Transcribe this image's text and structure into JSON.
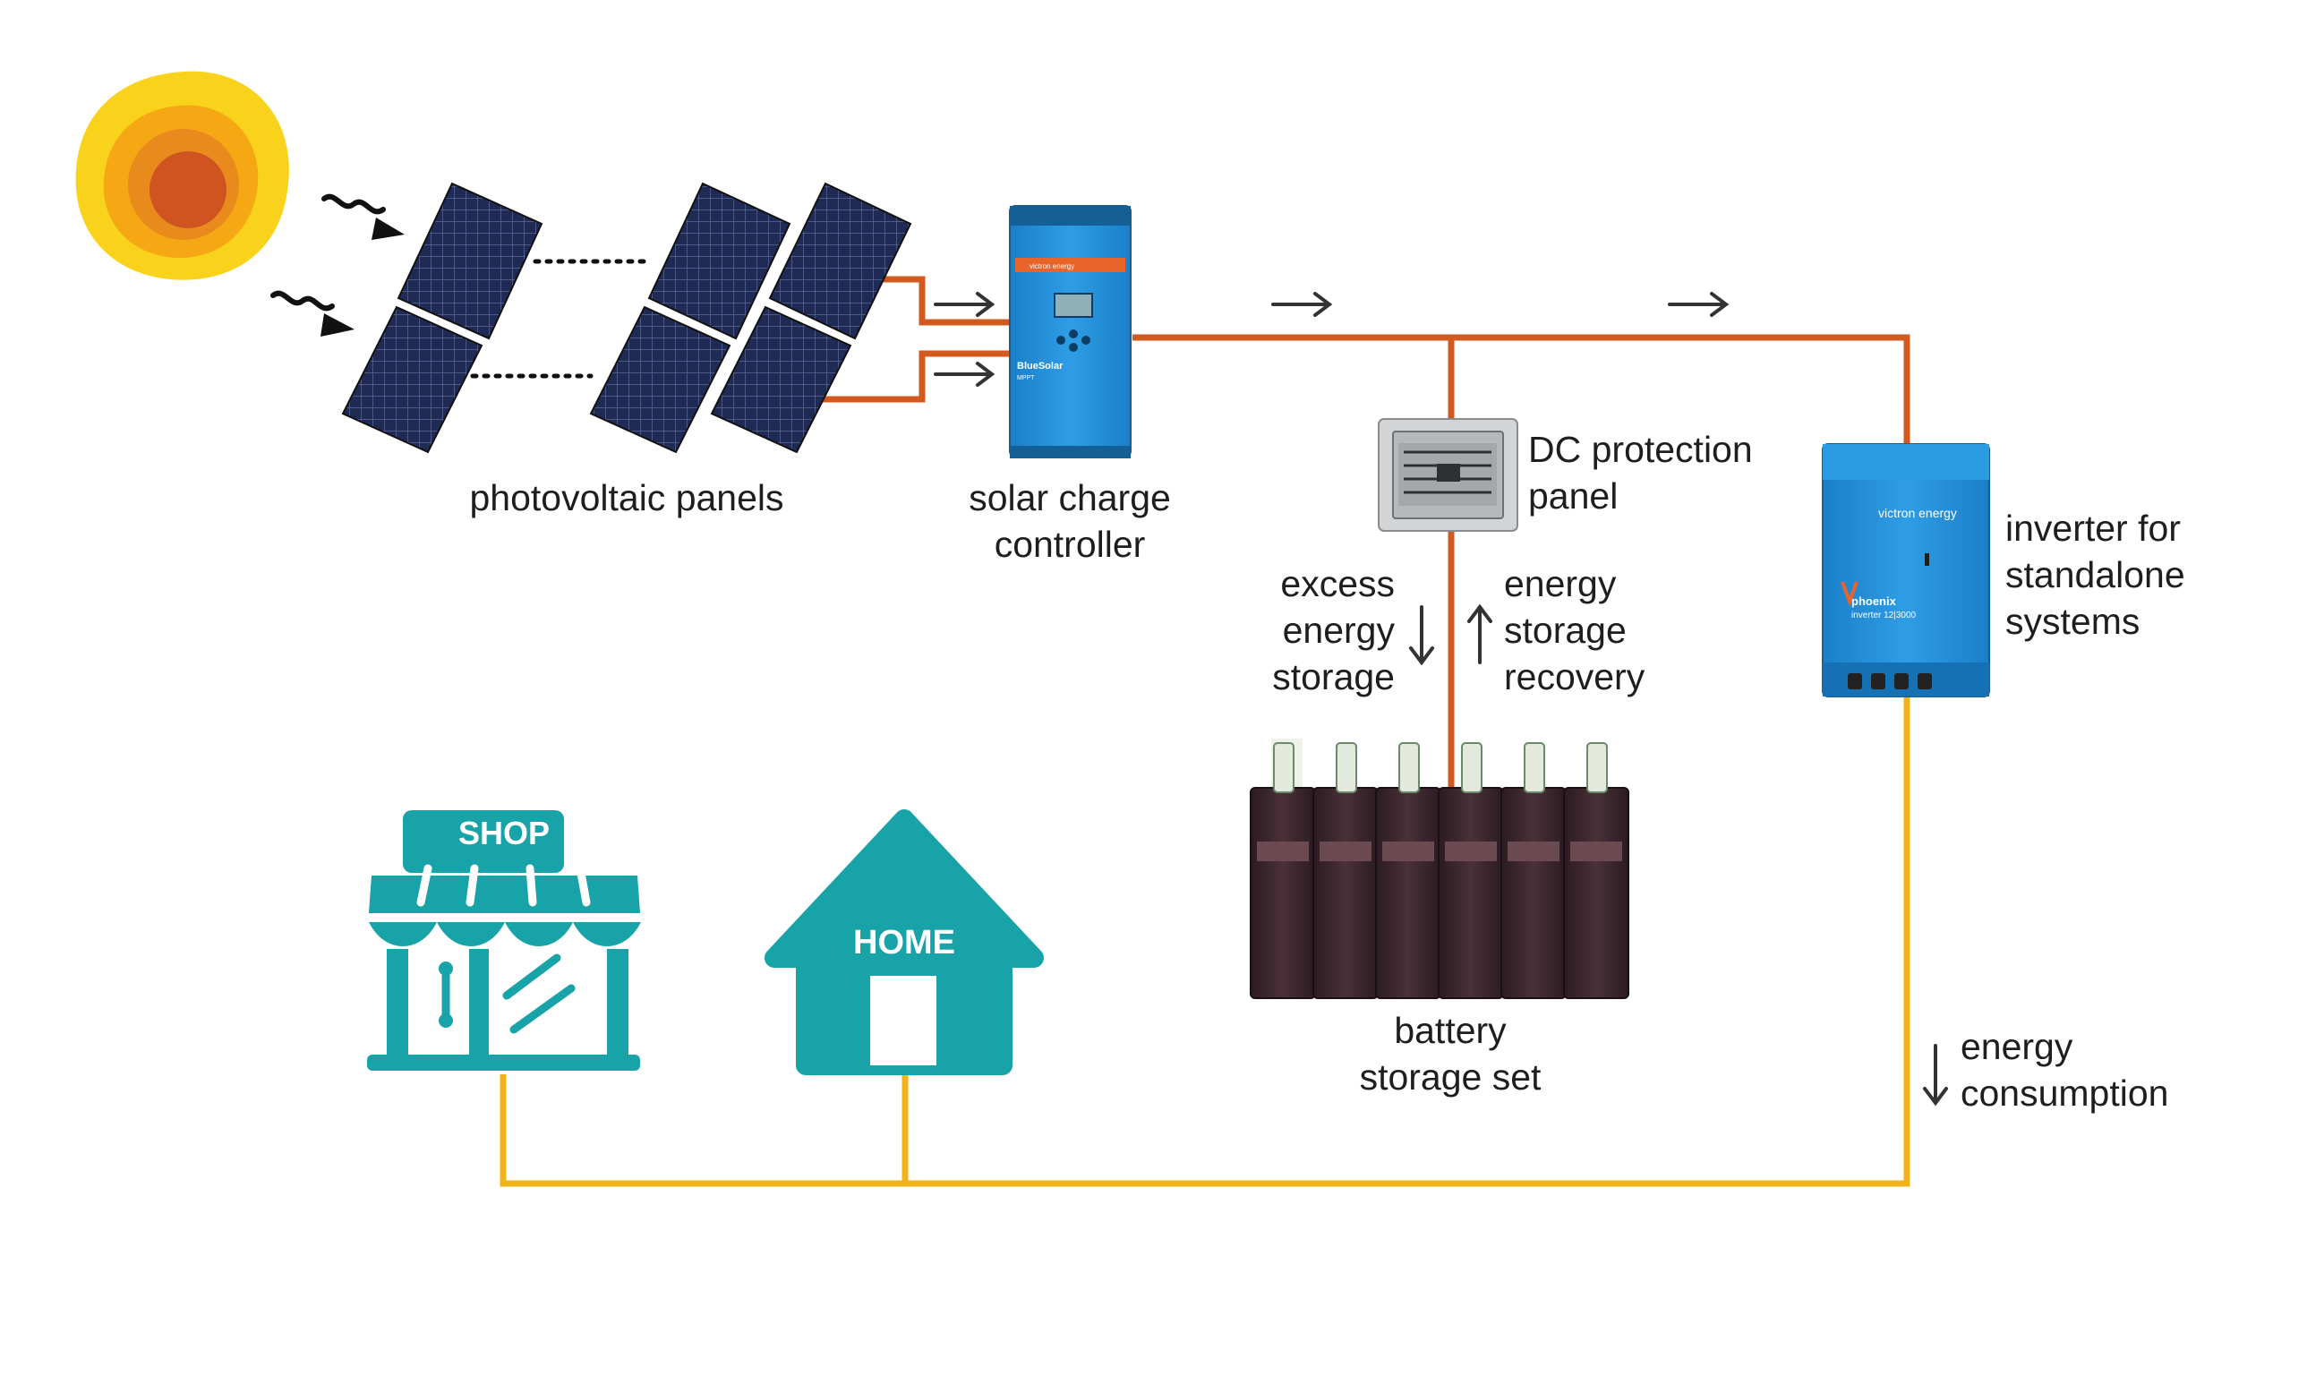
{
  "labels": {
    "photovoltaic_panels": "photovoltaic panels",
    "charge_controller": [
      "solar charge",
      "controller"
    ],
    "dc_protection": [
      "DC protection",
      "panel"
    ],
    "excess_storage": [
      "excess",
      "energy",
      "storage"
    ],
    "storage_recovery": [
      "energy",
      "storage",
      "recovery"
    ],
    "inverter": [
      "inverter for",
      "standalone",
      "systems"
    ],
    "battery": [
      "battery",
      "storage set"
    ],
    "consumption": [
      "energy",
      "consumption"
    ]
  },
  "device_text": {
    "controller_brand": "victron energy",
    "controller_model": "BlueSolar",
    "controller_sub": "MPPT",
    "inverter_brand": "victron energy",
    "inverter_model": "phoenix",
    "inverter_sub": "inverter 12|3000"
  },
  "icons": {
    "shop_sign": "SHOP",
    "home_sign": "HOME"
  },
  "colors": {
    "dc_line": "#d35a1f",
    "ac_line": "#f2b21a",
    "icon_teal": "#17a3a8",
    "victron_blue": "#1a8fd6",
    "panel_cell": "#1f2a55",
    "sun_outer": "#f9d31b",
    "sun_mid": "#f6a814",
    "sun_inner": "#cf5420"
  }
}
